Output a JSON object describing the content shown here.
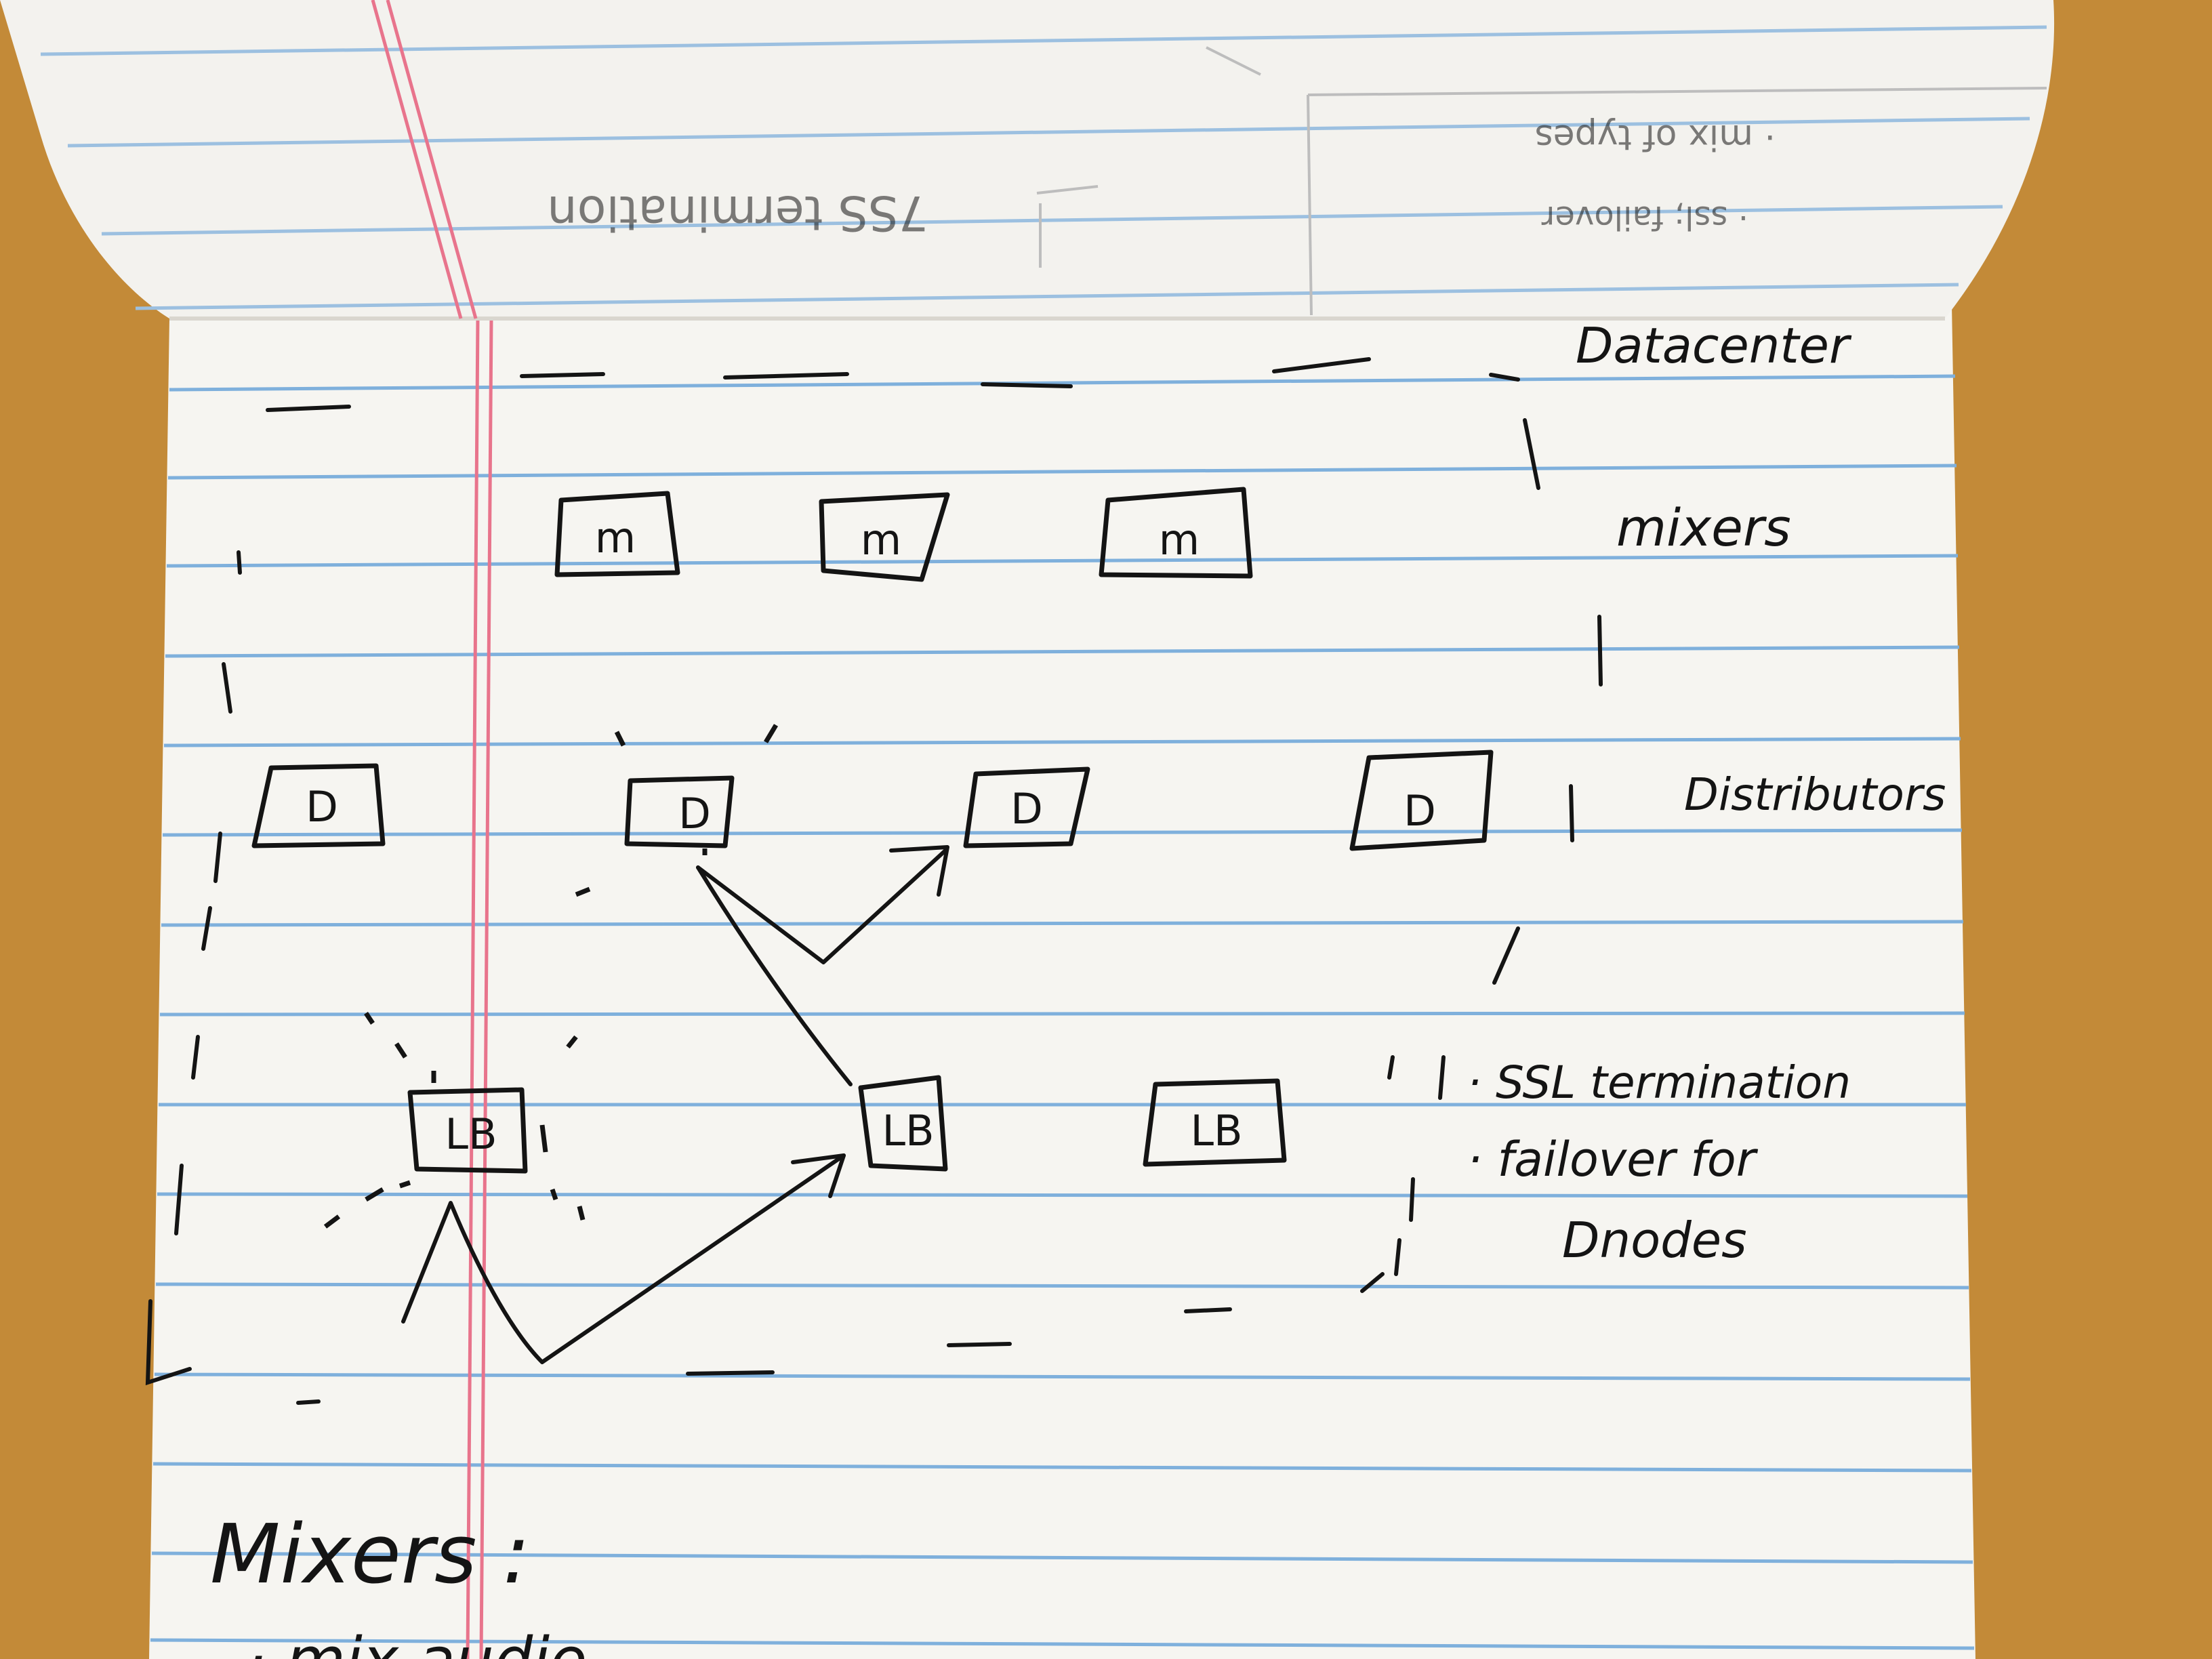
{
  "colors": {
    "table": "#c98f3c",
    "paper": "#f6f5f1",
    "rule_line": "#7fb0dc",
    "margin_line": "#e8748c",
    "ink": "#141414",
    "ghost_ink": "#b9b9b9"
  },
  "diagram": {
    "datacenter_label": "Datacenter",
    "layer_labels": {
      "mixers": "mixers",
      "distributors": "Distributors"
    },
    "mixer_nodes": [
      {
        "label": "m"
      },
      {
        "label": "m"
      },
      {
        "label": "m"
      }
    ],
    "distributor_nodes": [
      {
        "label": "D"
      },
      {
        "label": "D"
      },
      {
        "label": "D"
      },
      {
        "label": "D"
      }
    ],
    "lb_nodes": [
      {
        "label": "LB"
      },
      {
        "label": "LB"
      },
      {
        "label": "LB"
      }
    ],
    "lb_notes": [
      "· SSL termination",
      "· failover for",
      "Dnodes"
    ]
  },
  "notes": {
    "heading": "Mixers :",
    "bullet": "· mix audio"
  },
  "show_through": {
    "line1": "7SS  termination",
    "line2": "· mix of types",
    "line3": "· ssl; failover"
  }
}
